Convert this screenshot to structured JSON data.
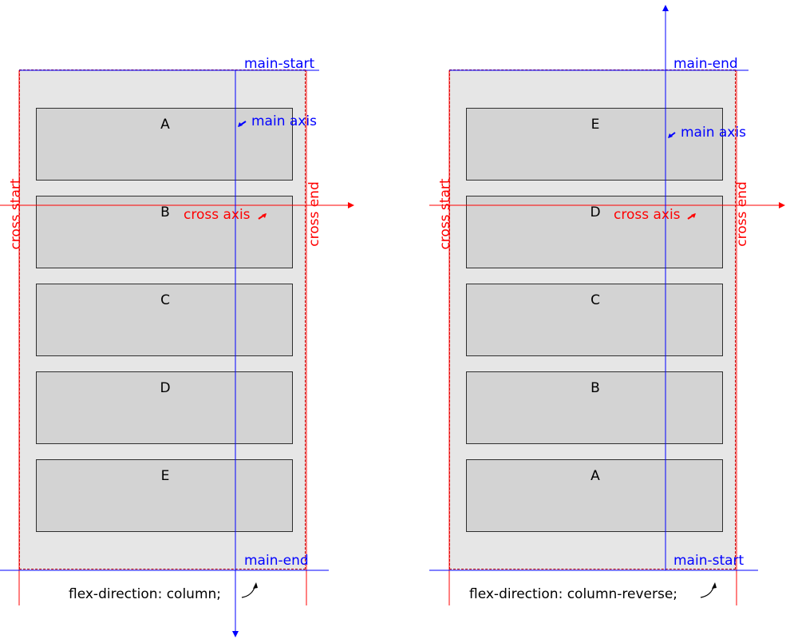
{
  "colors": {
    "main_axis": "#0000ff",
    "cross_axis": "#ff0000",
    "container_bg": "#e6e6e6",
    "item_bg": "#d3d3d3"
  },
  "left": {
    "items": [
      "A",
      "B",
      "C",
      "D",
      "E"
    ],
    "main_start_label": "main-start",
    "main_end_label": "main-end",
    "main_axis_label": "main axis",
    "cross_axis_label": "cross axis",
    "cross_start_label": "cross start",
    "cross_end_label": "cross end",
    "caption": "flex-direction: column;"
  },
  "right": {
    "items": [
      "E",
      "D",
      "C",
      "B",
      "A"
    ],
    "main_start_label": "main-start",
    "main_end_label": "main-end",
    "main_axis_label": "main axis",
    "cross_axis_label": "cross axis",
    "cross_start_label": "cross start",
    "cross_end_label": "cross end",
    "caption": "flex-direction: column-reverse;"
  }
}
